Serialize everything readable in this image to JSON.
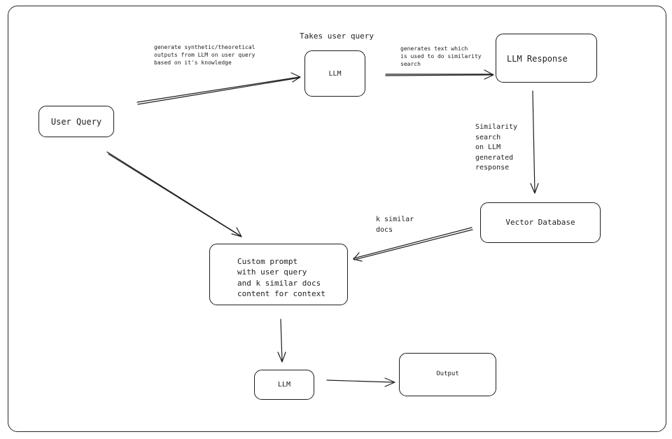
{
  "nodes": {
    "user_query": "User Query",
    "llm_top": "LLM",
    "llm_response": "LLM Response",
    "vector_database": "Vector Database",
    "custom_prompt": "Custom prompt\nwith user query\nand k similar docs\ncontent for context",
    "llm_bottom": "LLM",
    "output": "Output"
  },
  "annotations": {
    "takes_user_query": "Takes user query",
    "generate_synthetic": "generate synthetic/theoretical\noutputs from LLM on user query\nbased on it's knowledge",
    "generates_text": "generates text which\nis used to do similarity\nsearch",
    "similarity_search": "Similarity\nsearch\non LLM\ngenerated\nresponse",
    "k_similar_docs": "k similar\ndocs"
  },
  "colors": {
    "stroke": "#1e1e1e",
    "background": "#ffffff"
  }
}
